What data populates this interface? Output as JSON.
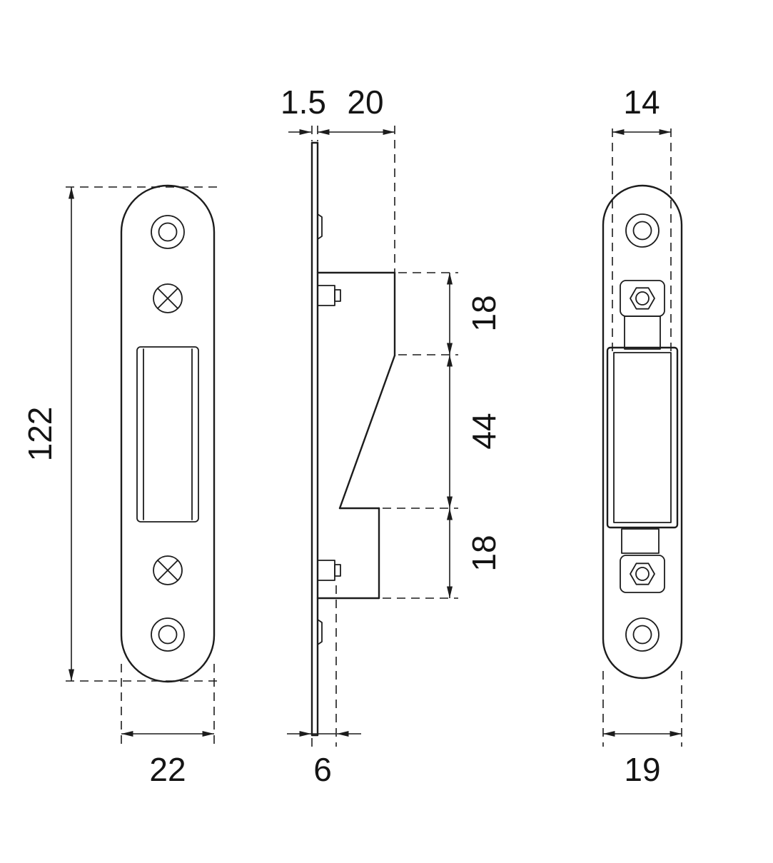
{
  "page": {
    "background": "#ffffff",
    "line_color": "#1c1c1c"
  },
  "drawing": {
    "type": "technical-drawing",
    "subject": "strike-plate-three-views",
    "front": {
      "height": "122",
      "width": "22"
    },
    "side": {
      "plate_thickness": "1.5",
      "depth": "20",
      "top_section": "18",
      "middle_section": "44",
      "bottom_section": "18",
      "body_offset": "6"
    },
    "back": {
      "body_width": "14",
      "plate_width": "19"
    }
  }
}
